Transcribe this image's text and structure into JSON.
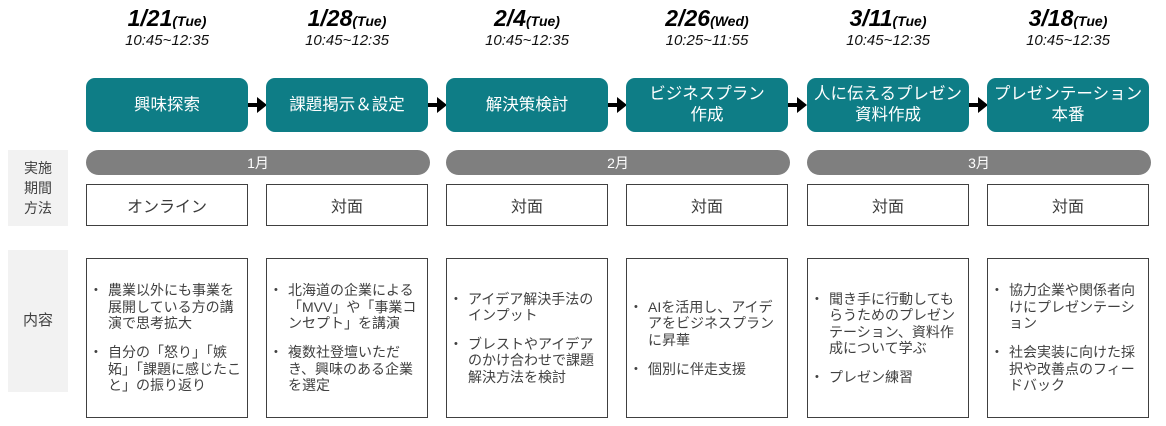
{
  "bullet_char": "•",
  "colors": {
    "phase_teal": "#0E7D86",
    "month_bar_gray": "#7F7F7F",
    "box_border": "#404040",
    "row_label_bg": "#F2F2F2"
  },
  "row_labels": {
    "schedule": "実施\n期間\n方法",
    "content": "内容"
  },
  "months": [
    "1月",
    "2月",
    "3月"
  ],
  "columns": [
    {
      "date": "1/21",
      "weekday": "(Tue)",
      "time": "10:45~12:35",
      "phase": "興味探索",
      "method": "オンライン",
      "content": [
        "農業以外にも事業を展開している方の講演で思考拡大",
        "自分の「怒り」「嫉妬」「課題に感じたこと」の振り返り"
      ]
    },
    {
      "date": "1/28",
      "weekday": "(Tue)",
      "time": "10:45~12:35",
      "phase": "課題掲示＆設定",
      "method": "対面",
      "content": [
        "北海道の企業による「MVV」や「事業コンセプト」を講演",
        "複数社登壇いただき、興味のある企業を選定"
      ]
    },
    {
      "date": "2/4",
      "weekday": "(Tue)",
      "time": "10:45~12:35",
      "phase": "解決策検討",
      "method": "対面",
      "content": [
        "アイデア解決手法のインプット",
        "ブレストやアイデアのかけ合わせで課題解決方法を検討"
      ]
    },
    {
      "date": "2/26",
      "weekday": "(Wed)",
      "time": "10:25~11:55",
      "phase": "ビジネスプラン\n作成",
      "method": "対面",
      "content": [
        "AIを活用し、アイデアをビジネスプランに昇華",
        "個別に伴走支援"
      ]
    },
    {
      "date": "3/11",
      "weekday": "(Tue)",
      "time": "10:45~12:35",
      "phase": "人に伝えるプレゼン\n資料作成",
      "method": "対面",
      "content": [
        "聞き手に行動してもらうためのプレゼンテーション、資料作成について学ぶ",
        "プレゼン練習"
      ]
    },
    {
      "date": "3/18",
      "weekday": "(Tue)",
      "time": "10:45~12:35",
      "phase": "プレゼンテーション\n本番",
      "method": "対面",
      "content": [
        "協力企業や関係者向けにプレゼンテーション",
        "社会実装に向けた採択や改善点のフィードバック"
      ]
    }
  ]
}
